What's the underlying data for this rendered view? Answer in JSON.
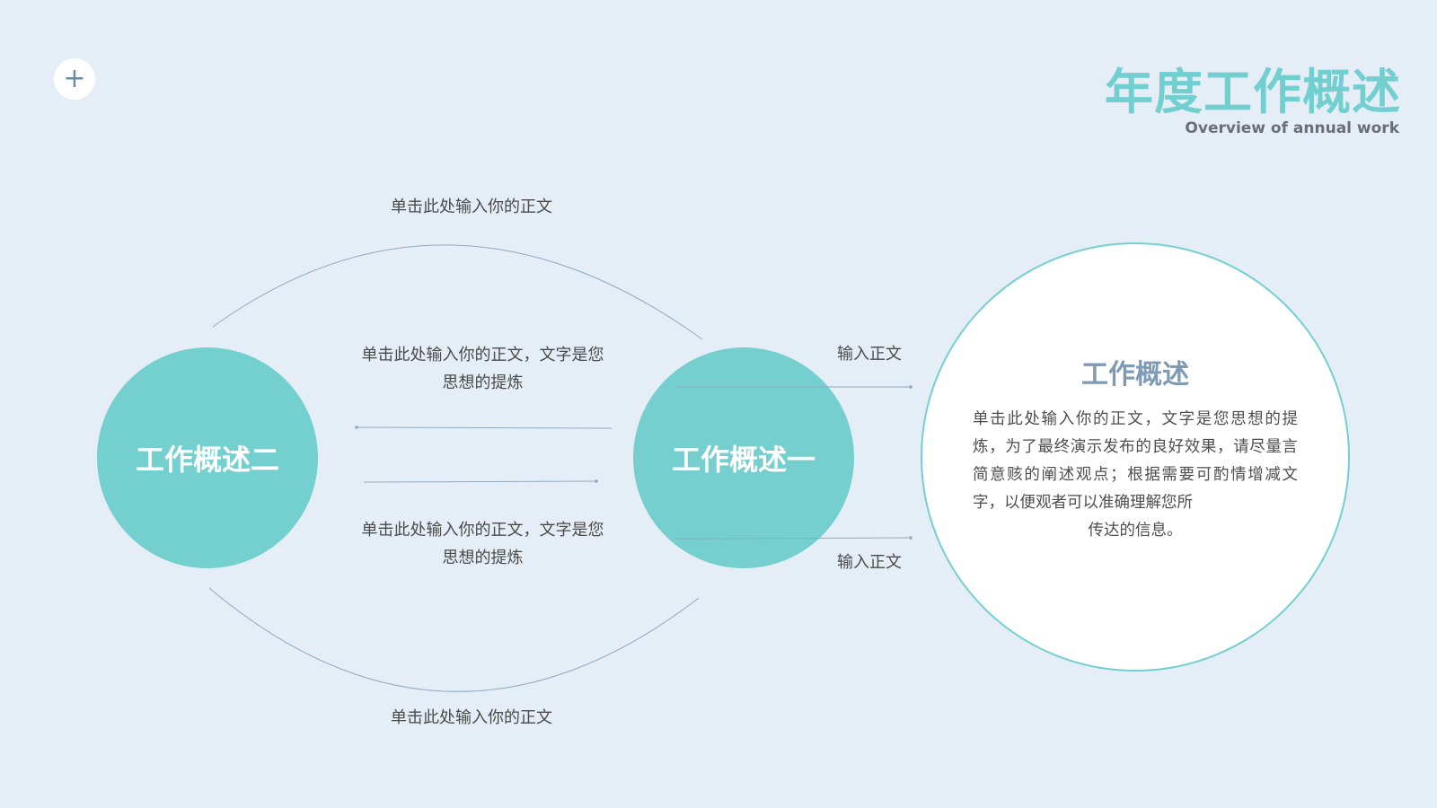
{
  "header": {
    "title": "年度工作概述",
    "subtitle": "Overview of annual work",
    "plus_icon": "plus-icon"
  },
  "diagram": {
    "node_two": "工作概述二",
    "node_one": "工作概述一",
    "arc_top_label": "单击此处输入你的正文",
    "arc_bottom_label": "单击此处输入你的正文",
    "mid_top_label": "单击此处输入你的正文，文字是您思想的提炼",
    "mid_bottom_label": "单击此处输入你的正文，文字是您思想的提炼",
    "right_top_label": "输入正文",
    "right_bottom_label": "输入正文"
  },
  "detail": {
    "title": "工作概述",
    "body": "单击此处输入你的正文，文字是您思想的提炼，为了最终演示发布的良好效果，请尽量言简意赅的阐述观点；根据需要可酌情增减文字，以便观者可以准确理解您所",
    "body_last": "传达的信息。"
  },
  "colors": {
    "background": "#e5eef6",
    "accent": "#74cfcf",
    "title": "#72cfd0",
    "detail_title": "#7f9ab4",
    "line": "#8fa8c0"
  }
}
